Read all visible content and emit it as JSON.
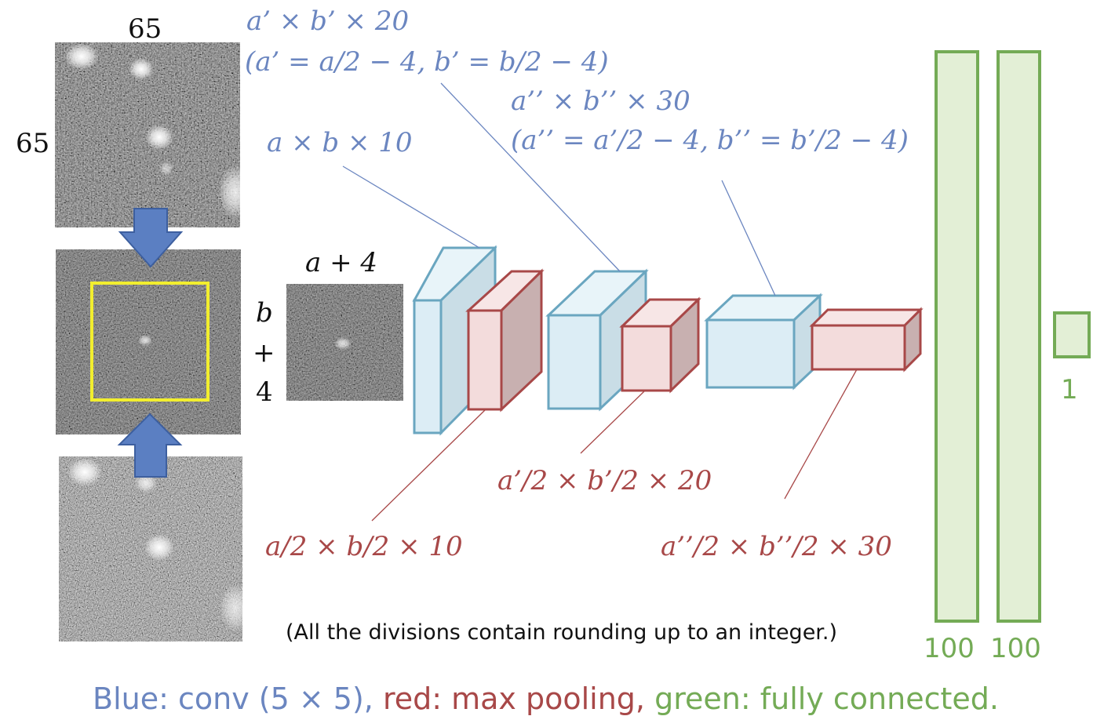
{
  "input": {
    "width_label": "65",
    "height_label": "65"
  },
  "crop": {
    "width_label": "a + 4",
    "height_label": [
      "b",
      "+",
      "4"
    ]
  },
  "labels": {
    "conv1": "a × b × 10",
    "conv2_line1": "a’ × b’ × 20",
    "conv2_line2": "(a’ = a/2 − 4, b’ = b/2 − 4)",
    "conv3_line1": "a’’ × b’’ × 30",
    "conv3_line2": "(a’’ = a’/2 − 4, b’’ = b’/2 − 4)",
    "pool1": "a/2 × b/2 × 10",
    "pool2": "a’/2  × b’/2 × 20",
    "pool3": "a’’/2 × b’’/2 × 30",
    "fc1": "100",
    "fc2": "100",
    "output": "1"
  },
  "note": "(All the divisions contain rounding up to an integer.)",
  "legend": {
    "blue": "Blue: conv (5 × 5),",
    "red": "red: max pooling,",
    "green": "green: fully connected."
  },
  "colors": {
    "conv_fill": "#dcedf5",
    "conv_stroke": "#6aa6c0",
    "pool_fill": "#f3dcdc",
    "pool_stroke": "#a84848",
    "fc_fill": "#e3efd6",
    "fc_stroke": "#74ab56",
    "arrow": "#5b7fc2",
    "crop_box": "#f2ee2e",
    "legend_blue": "#6b86c0",
    "legend_red": "#a84848",
    "legend_green": "#74ab56"
  }
}
